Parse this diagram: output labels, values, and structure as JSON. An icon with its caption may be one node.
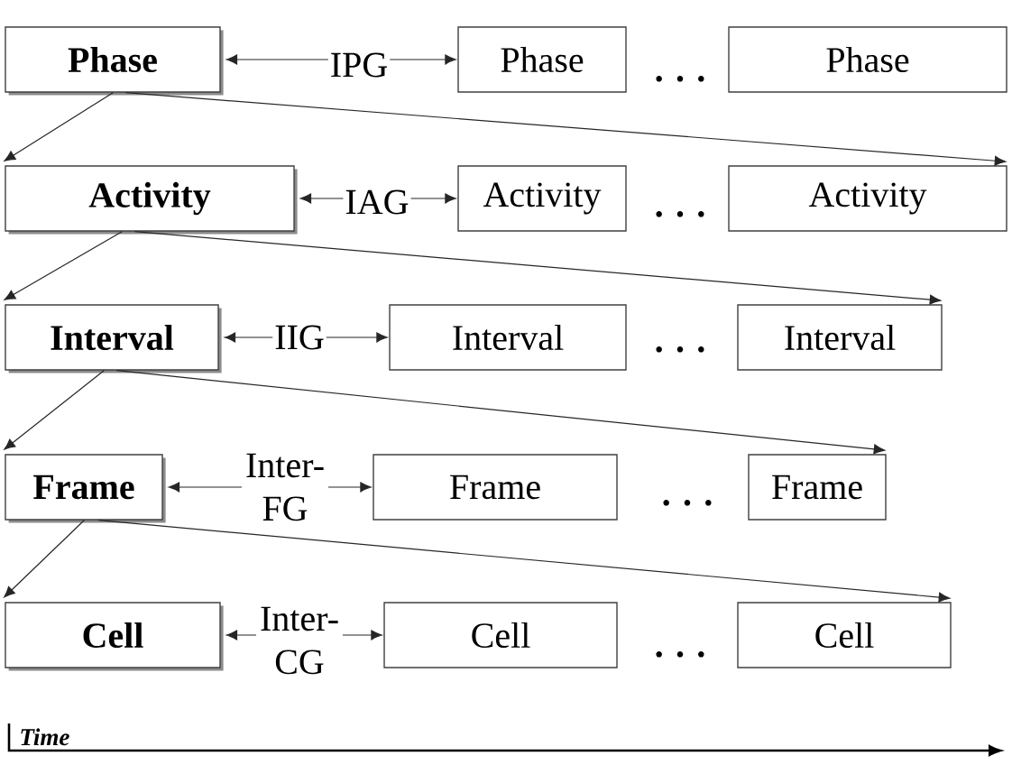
{
  "diagram": {
    "nodes": [
      {
        "text": [
          "Phase"
        ]
      },
      {
        "text": [
          "Phase"
        ]
      },
      {
        "text": [
          "Phase"
        ]
      },
      {
        "text": [
          "Activity"
        ]
      },
      {
        "text": [
          "Activity"
        ]
      },
      {
        "text": [
          "Activity"
        ]
      },
      {
        "text": [
          "Interval"
        ]
      },
      {
        "text": [
          "Interval"
        ]
      },
      {
        "text": [
          "Interval"
        ]
      },
      {
        "text": [
          "Frame"
        ]
      },
      {
        "text": [
          "Frame"
        ]
      },
      {
        "text": [
          "Frame"
        ]
      },
      {
        "text": [
          "Cell"
        ]
      },
      {
        "text": [
          "Cell"
        ]
      },
      {
        "text": [
          "Cell"
        ]
      }
    ],
    "edges": [
      {
        "from": 0,
        "to": 1,
        "arrow": "both",
        "label": "IPG"
      },
      {
        "from": 0,
        "to": 3,
        "arrow": "to"
      },
      {
        "from": 0,
        "to": 5,
        "arrow": "to"
      },
      {
        "from": 3,
        "to": 4,
        "arrow": "both",
        "label": "IAG"
      },
      {
        "from": 3,
        "to": 6,
        "arrow": "to"
      },
      {
        "from": 3,
        "to": 8,
        "arrow": "to"
      },
      {
        "from": 6,
        "to": 7,
        "arrow": "both",
        "label": "IIG"
      },
      {
        "from": 6,
        "to": 9,
        "arrow": "to"
      },
      {
        "from": 6,
        "to": 11,
        "arrow": "to"
      },
      {
        "from": 9,
        "to": 10,
        "arrow": "both",
        "label": "Inter- FG"
      },
      {
        "from": 9,
        "to": 12,
        "arrow": "to"
      },
      {
        "from": 9,
        "to": 14,
        "arrow": "to"
      },
      {
        "from": 12,
        "to": 13,
        "arrow": "both",
        "label": "Inter- CG"
      }
    ],
    "labels": [
      ". . .",
      ". . .",
      ". . .",
      ". . .",
      ". . .",
      "Time"
    ]
  }
}
